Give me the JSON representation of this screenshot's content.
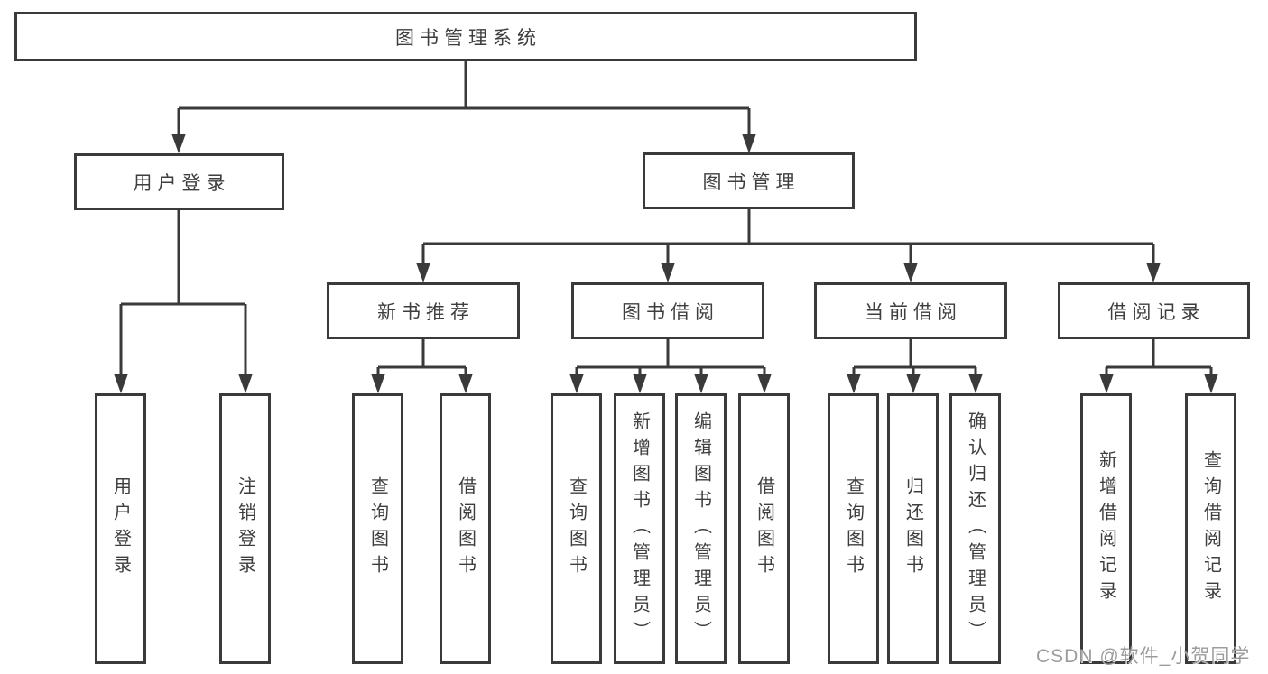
{
  "tree": {
    "root": {
      "label": "图书管理系统"
    },
    "branches": [
      {
        "label": "用户登录",
        "children": [
          {
            "label": "用户登录"
          },
          {
            "label": "注销登录"
          }
        ]
      },
      {
        "label": "图书管理",
        "children": [
          {
            "label": "新书推荐",
            "children": [
              {
                "label": "查询图书"
              },
              {
                "label": "借阅图书"
              }
            ]
          },
          {
            "label": "图书借阅",
            "children": [
              {
                "label": "查询图书"
              },
              {
                "label": "新增图书（管理员）"
              },
              {
                "label": "编辑图书（管理员）"
              },
              {
                "label": "借阅图书"
              }
            ]
          },
          {
            "label": "当前借阅",
            "children": [
              {
                "label": "查询图书"
              },
              {
                "label": "归还图书"
              },
              {
                "label": "确认归还（管理员）"
              }
            ]
          },
          {
            "label": "借阅记录",
            "children": [
              {
                "label": "新增借阅记录"
              },
              {
                "label": "查询借阅记录"
              }
            ]
          }
        ]
      }
    ]
  },
  "watermark": {
    "text": "CSDN @软件_小贺同学"
  },
  "colors": {
    "line": "#3a3a3a",
    "box_border": "#3a3a3a",
    "text": "#3e3e3e",
    "watermark": "#9c9c9c",
    "background": "#ffffff"
  }
}
